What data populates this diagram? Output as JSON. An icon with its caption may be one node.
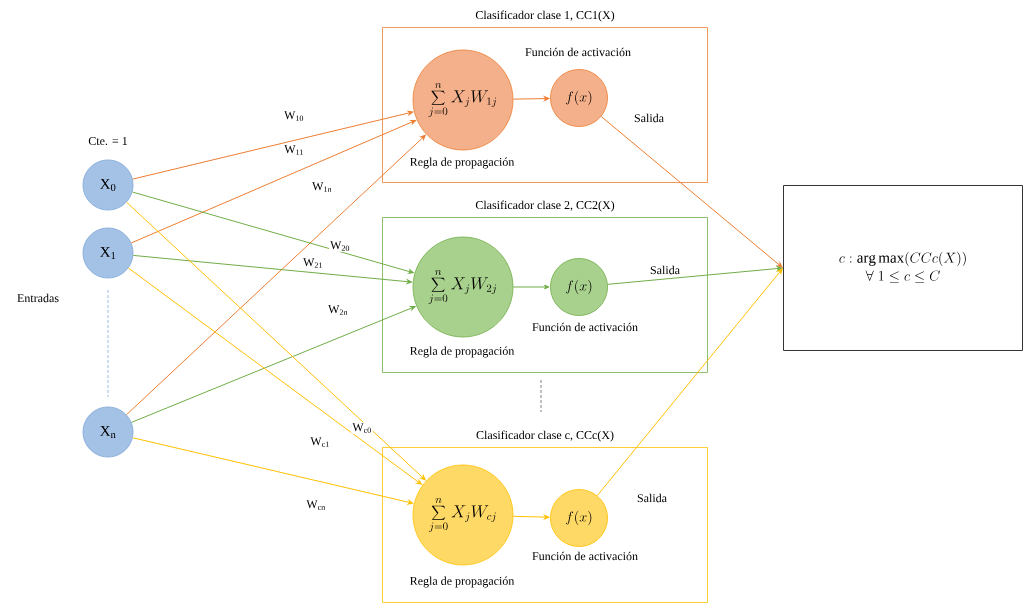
{
  "diagram": {
    "nodes": [
      {
        "text": [
          "X$_{0}$"
        ],
        "beside": [
          "Cte. = 1"
        ]
      },
      {
        "text": [
          "X$_{1}$"
        ]
      },
      {
        "text": [
          "X$_{n}$"
        ]
      },
      {
        "text": [
          "Clasificador clase 1, CC1(X)"
        ]
      },
      {
        "text": [
          "\\sum_{j=0}^{n} X_jW_{1j}"
        ],
        "in": 3,
        "beside": [
          "Regla de propagación"
        ]
      },
      {
        "text": [
          "f(x)"
        ],
        "in": 3,
        "beside": [
          "Función de activación"
        ]
      },
      {
        "text": [
          "Clasificador clase 2, CC2(X)"
        ]
      },
      {
        "text": [
          "\\sum_{j=0}^{n} X_jW_{2j}"
        ],
        "in": 6,
        "beside": [
          "Regla de propagación"
        ]
      },
      {
        "text": [
          "f(x)"
        ],
        "in": 6,
        "beside": [
          "Función de activación"
        ]
      },
      {
        "text": [
          "Clasificador clase c, CCc(X)"
        ]
      },
      {
        "text": [
          "\\sum_{j=0}^{n} X_jW_{cj}"
        ],
        "in": 9,
        "beside": [
          "Regla de propagación"
        ]
      },
      {
        "text": [
          "f(x)"
        ],
        "in": 9,
        "beside": [
          "Función de activación"
        ]
      },
      {
        "text": [
          "\\begin{array}{c} c : \\arg\\max(CCc(X)) \\\\ \\forall\\; 1 \\le c \\le C \\end{array}"
        ]
      }
    ],
    "edges": [
      {
        "from": 0,
        "to": 4,
        "arrow": "to",
        "label": "W$_{10}$",
        "color": "#ed7d31"
      },
      {
        "from": 1,
        "to": 4,
        "arrow": "to",
        "label": "W$_{11}$",
        "color": "#ed7d31"
      },
      {
        "from": 2,
        "to": 4,
        "arrow": "to",
        "label": "W$_{1n}$",
        "color": "#ed7d31"
      },
      {
        "from": 0,
        "to": 7,
        "arrow": "to",
        "label": "W$_{20}$",
        "color": "#70ad47"
      },
      {
        "from": 1,
        "to": 7,
        "arrow": "to",
        "label": "W$_{21}$",
        "color": "#70ad47"
      },
      {
        "from": 2,
        "to": 7,
        "arrow": "to",
        "label": "W$_{2n}$",
        "color": "#70ad47"
      },
      {
        "from": 0,
        "to": 10,
        "arrow": "to",
        "label": "W$_{c0}$",
        "color": "#ffc000"
      },
      {
        "from": 1,
        "to": 10,
        "arrow": "to",
        "label": "W$_{c1}$",
        "color": "#ffc000"
      },
      {
        "from": 2,
        "to": 10,
        "arrow": "to",
        "label": "W$_{cn}$",
        "color": "#ffc000"
      },
      {
        "from": 4,
        "to": 5,
        "arrow": "to",
        "color": "#ed7d31"
      },
      {
        "from": 7,
        "to": 8,
        "arrow": "to",
        "color": "#70ad47"
      },
      {
        "from": 10,
        "to": 11,
        "arrow": "to",
        "color": "#ffc000"
      },
      {
        "from": 5,
        "to": 12,
        "arrow": "to",
        "label": "Salida",
        "color": "#ed7d31"
      },
      {
        "from": 8,
        "to": 12,
        "arrow": "to",
        "label": "Salida",
        "color": "#70ad47"
      },
      {
        "from": 11,
        "to": 12,
        "arrow": "to",
        "label": "Salida",
        "color": "#ffc000"
      }
    ],
    "labels": [
      "Entradas"
    ]
  }
}
